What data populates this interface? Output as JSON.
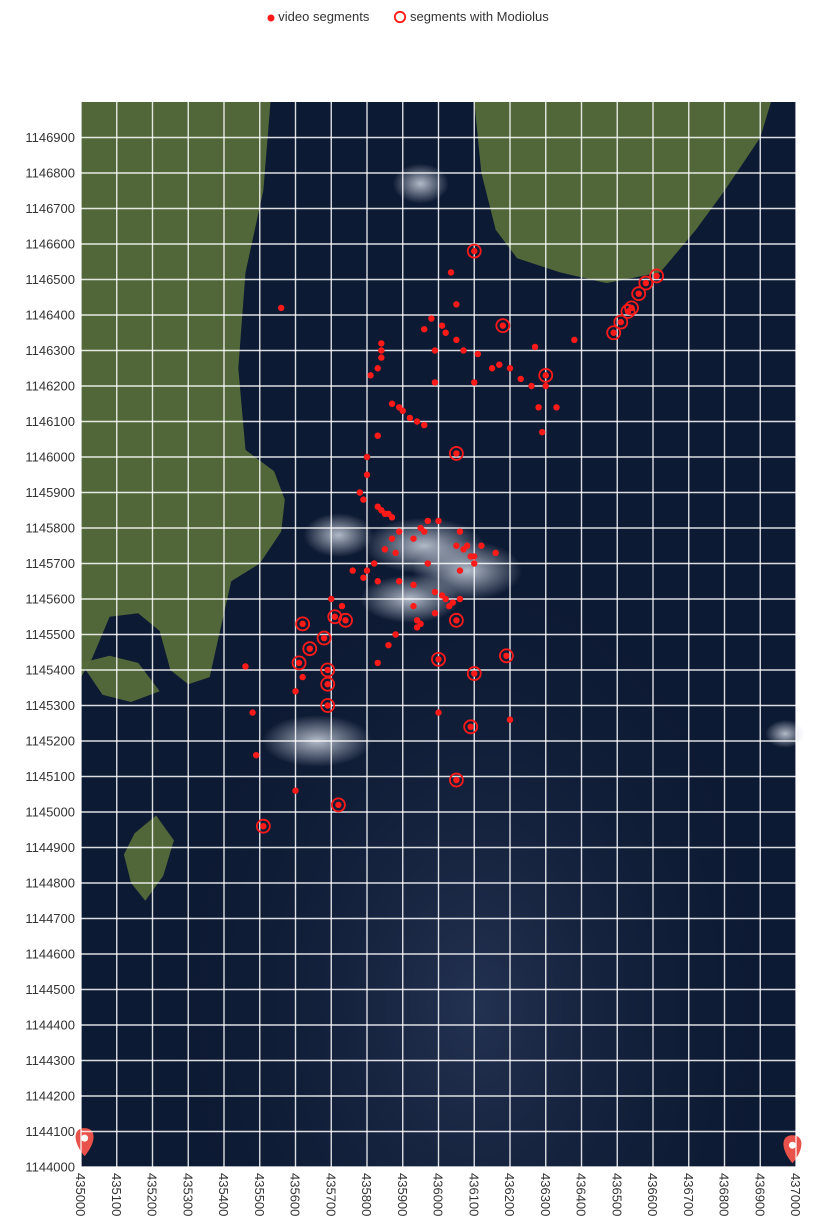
{
  "chart_data": {
    "type": "scatter",
    "title": "",
    "xlabel": "",
    "ylabel": "",
    "xlim": [
      435000,
      437000
    ],
    "ylim": [
      1144000,
      1147000
    ],
    "x_ticks": [
      435000,
      435100,
      435200,
      435300,
      435400,
      435500,
      435600,
      435700,
      435800,
      435900,
      436000,
      436100,
      436200,
      436300,
      436400,
      436500,
      436600,
      436700,
      436800,
      436900,
      437000
    ],
    "y_ticks": [
      1144000,
      1144100,
      1144200,
      1144300,
      1144400,
      1144500,
      1144600,
      1144700,
      1144800,
      1144900,
      1145000,
      1145100,
      1145200,
      1145300,
      1145400,
      1145500,
      1145600,
      1145700,
      1145800,
      1145900,
      1146000,
      1146100,
      1146200,
      1146300,
      1146400,
      1146500,
      1146600,
      1146700,
      1146800,
      1146900
    ],
    "grid": true,
    "legend_position": "top-center",
    "background": "satellite map",
    "colors": {
      "marker": "#ff1a1a",
      "grid": "#ffffff",
      "sea": "#0d1a33",
      "land": "#556b3a",
      "pin": "#e8524a"
    },
    "series": [
      {
        "name": "video segments",
        "marker": "filled-dot",
        "x": [
          436035,
          436050,
          436010,
          435980,
          435960,
          435990,
          436020,
          436050,
          436070,
          436100,
          436110,
          436150,
          436170,
          436200,
          436230,
          436260,
          436280,
          436300,
          435840,
          435840,
          435840,
          435830,
          435810,
          435870,
          435890,
          435900,
          435920,
          435940,
          435960,
          435990,
          435830,
          435800,
          435800,
          435780,
          435790,
          435830,
          435840,
          435850,
          435860,
          435870,
          435880,
          435930,
          435960,
          436060,
          436120,
          436160,
          436100,
          436060,
          436050,
          436080,
          436070,
          436060,
          436040,
          436020,
          436010,
          435990,
          435930,
          435890,
          435930,
          435970,
          435950,
          435940,
          435990,
          436030,
          435940,
          435880,
          435860,
          435830,
          435830,
          435790,
          435760,
          435730,
          435700,
          435800,
          435820,
          435850,
          435870,
          435890,
          435950,
          435970,
          436000,
          436090,
          436100,
          436270,
          436290,
          436330,
          436380,
          436000,
          436200,
          435620,
          435600,
          435600,
          435480,
          435460,
          435490,
          435560
        ],
        "y": [
          1146520,
          1146430,
          1146370,
          1146390,
          1146360,
          1146300,
          1146350,
          1146330,
          1146300,
          1146210,
          1146290,
          1146250,
          1146260,
          1146250,
          1146220,
          1146200,
          1146140,
          1146200,
          1146320,
          1146300,
          1146280,
          1146250,
          1146230,
          1146150,
          1146140,
          1146130,
          1146110,
          1146100,
          1146090,
          1146210,
          1146060,
          1146000,
          1145950,
          1145900,
          1145880,
          1145860,
          1145850,
          1145840,
          1145840,
          1145830,
          1145730,
          1145770,
          1145790,
          1145790,
          1145750,
          1145730,
          1145700,
          1145680,
          1145750,
          1145750,
          1145740,
          1145600,
          1145590,
          1145600,
          1145610,
          1145620,
          1145580,
          1145650,
          1145640,
          1145700,
          1145530,
          1145540,
          1145560,
          1145580,
          1145520,
          1145500,
          1145470,
          1145420,
          1145650,
          1145660,
          1145680,
          1145580,
          1145600,
          1145680,
          1145700,
          1145740,
          1145770,
          1145790,
          1145800,
          1145820,
          1145820,
          1145720,
          1145720,
          1146310,
          1146070,
          1146140,
          1146330,
          1145280,
          1145260,
          1145380,
          1145340,
          1145060,
          1145280,
          1145410,
          1145160,
          1146420
        ],
        "count": 97
      },
      {
        "name": "segments with Modiolus",
        "marker": "open-circle-with-dot",
        "x": [
          436100,
          436180,
          436300,
          436050,
          436490,
          436510,
          436530,
          436540,
          436560,
          436580,
          436610,
          435620,
          435640,
          435610,
          435710,
          435680,
          435690,
          435690,
          435690,
          435740,
          436000,
          436050,
          436100,
          436190,
          436090,
          436050,
          435720,
          435510
        ],
        "y": [
          1146580,
          1146370,
          1146230,
          1146010,
          1146350,
          1146380,
          1146410,
          1146420,
          1146460,
          1146490,
          1146510,
          1145530,
          1145460,
          1145420,
          1145550,
          1145490,
          1145400,
          1145360,
          1145300,
          1145540,
          1145430,
          1145540,
          1145390,
          1145440,
          1145240,
          1145090,
          1145020,
          1144960
        ],
        "count": 28
      }
    ]
  }
}
